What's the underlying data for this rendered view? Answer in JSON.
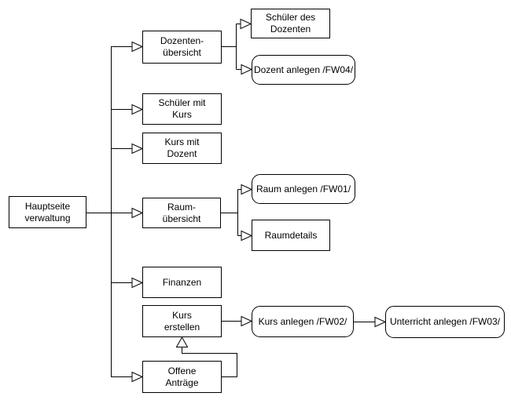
{
  "diagram": {
    "type": "flowchart-sitemap",
    "background_color": "#ffffff",
    "stroke_color": "#000000",
    "text_color": "#000000",
    "node_fill_color": "#ffffff",
    "nodes": {
      "hauptseite": {
        "label": "Hauptseite\nverwaltung",
        "shape": "rectangle"
      },
      "dozenten_uebersicht": {
        "label": "Dozenten-\nübersicht",
        "shape": "rectangle"
      },
      "schueler_mit_kurs": {
        "label": "Schüler mit\nKurs",
        "shape": "rectangle"
      },
      "kurs_mit_dozent": {
        "label": "Kurs mit\nDozent",
        "shape": "rectangle"
      },
      "raum_uebersicht": {
        "label": "Raum-\nübersicht",
        "shape": "rectangle"
      },
      "finanzen": {
        "label": "Finanzen",
        "shape": "rectangle"
      },
      "kurs_erstellen": {
        "label": "Kurs\nerstellen",
        "shape": "rectangle"
      },
      "offene_antraege": {
        "label": "Offene\nAnträge",
        "shape": "rectangle"
      },
      "schueler_des_dozenten": {
        "label": "Schüler des\nDozenten",
        "shape": "rectangle"
      },
      "dozent_anlegen": {
        "label": "Dozent anlegen /FW04/",
        "shape": "rounded-rectangle"
      },
      "raum_anlegen": {
        "label": "Raum anlegen /FW01/",
        "shape": "rounded-rectangle"
      },
      "raumdetails": {
        "label": "Raumdetails",
        "shape": "rectangle"
      },
      "kurs_anlegen": {
        "label": "Kurs anlegen /FW02/",
        "shape": "rounded-rectangle"
      },
      "unterricht_anlegen": {
        "label": "Unterricht anlegen /FW03/",
        "shape": "rounded-rectangle"
      }
    },
    "edges": [
      {
        "from": "hauptseite",
        "to": "dozenten_uebersicht",
        "arrow": "open-triangle"
      },
      {
        "from": "hauptseite",
        "to": "schueler_mit_kurs",
        "arrow": "open-triangle"
      },
      {
        "from": "hauptseite",
        "to": "kurs_mit_dozent",
        "arrow": "open-triangle"
      },
      {
        "from": "hauptseite",
        "to": "raum_uebersicht",
        "arrow": "open-triangle"
      },
      {
        "from": "hauptseite",
        "to": "finanzen",
        "arrow": "open-triangle"
      },
      {
        "from": "hauptseite",
        "to": "offene_antraege",
        "arrow": "open-triangle"
      },
      {
        "from": "dozenten_uebersicht",
        "to": "schueler_des_dozenten",
        "arrow": "open-triangle"
      },
      {
        "from": "dozenten_uebersicht",
        "to": "dozent_anlegen",
        "arrow": "open-triangle"
      },
      {
        "from": "raum_uebersicht",
        "to": "raum_anlegen",
        "arrow": "open-triangle"
      },
      {
        "from": "raum_uebersicht",
        "to": "raumdetails",
        "arrow": "open-triangle"
      },
      {
        "from": "kurs_erstellen",
        "to": "kurs_anlegen",
        "arrow": "open-triangle"
      },
      {
        "from": "kurs_anlegen",
        "to": "unterricht_anlegen",
        "arrow": "open-triangle"
      },
      {
        "from": "offene_antraege",
        "to": "kurs_erstellen",
        "arrow": "open-triangle"
      }
    ]
  }
}
